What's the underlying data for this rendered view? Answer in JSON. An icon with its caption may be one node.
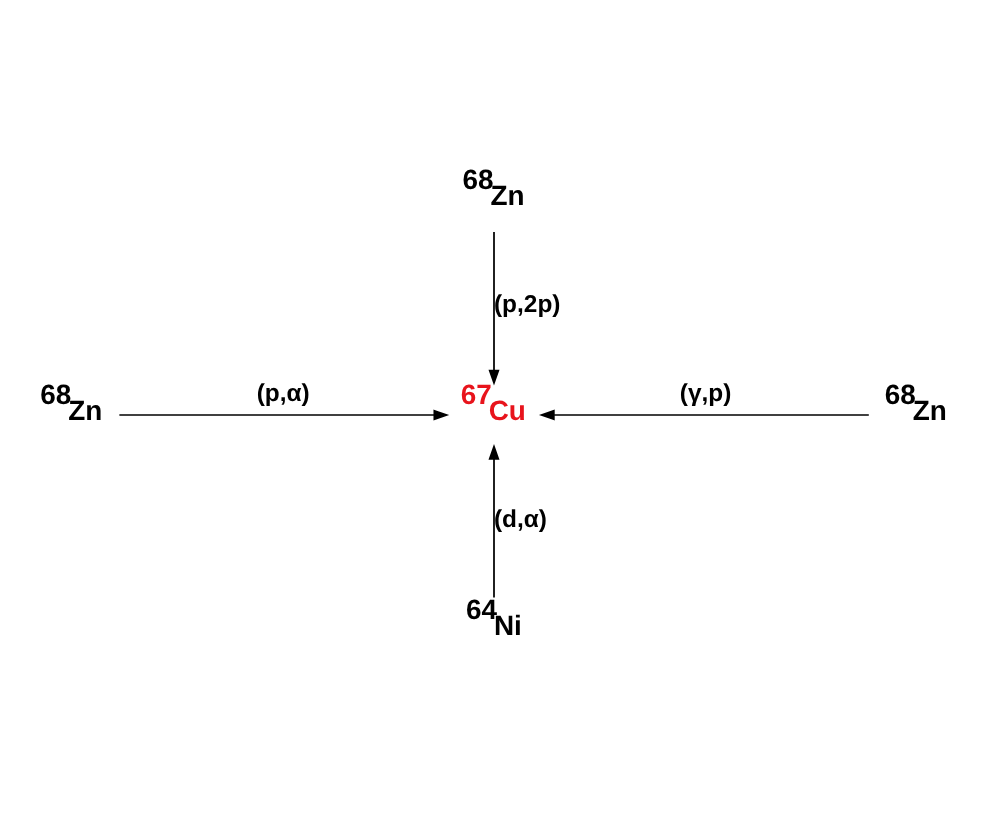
{
  "diagram": {
    "nodes": [
      {
        "text": [
          "$^{68}$Zn"
        ]
      },
      {
        "text": [
          "$^{68}$Zn"
        ]
      },
      {
        "text": [
          "$^{67}$Cu"
        ]
      },
      {
        "text": [
          "$^{68}$Zn"
        ]
      },
      {
        "text": [
          "$^{64}$Ni"
        ]
      }
    ],
    "edges": [
      {
        "from": 0,
        "to": 2,
        "arrow": "to",
        "label": "(p,2p)"
      },
      {
        "from": 1,
        "to": 2,
        "arrow": "to",
        "label": "(p,α)"
      },
      {
        "from": 3,
        "to": 2,
        "arrow": "to",
        "label": "(γ,p)"
      },
      {
        "from": 4,
        "to": 2,
        "arrow": "to",
        "label": "(d,α)"
      }
    ]
  }
}
